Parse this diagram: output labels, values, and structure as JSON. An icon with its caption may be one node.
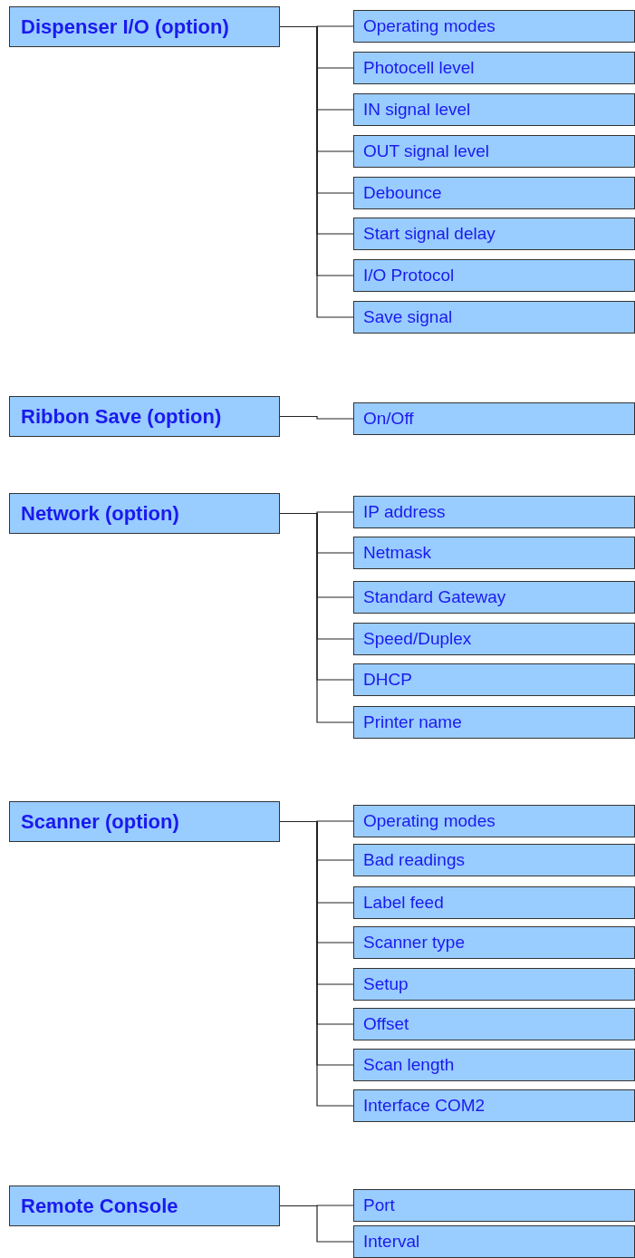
{
  "diagram": {
    "nodes": [
      {
        "text": [
          "Dispenser I/O (option)"
        ]
      },
      {
        "text": [
          "Operating modes"
        ]
      },
      {
        "text": [
          "Photocell level"
        ]
      },
      {
        "text": [
          "IN signal level"
        ]
      },
      {
        "text": [
          "OUT signal level"
        ]
      },
      {
        "text": [
          "Debounce"
        ]
      },
      {
        "text": [
          "Start signal delay"
        ]
      },
      {
        "text": [
          "I/O Protocol"
        ]
      },
      {
        "text": [
          "Save signal"
        ]
      },
      {
        "text": [
          "Ribbon Save (option)"
        ]
      },
      {
        "text": [
          "On/Off"
        ]
      },
      {
        "text": [
          "Network (option)"
        ]
      },
      {
        "text": [
          "IP address"
        ]
      },
      {
        "text": [
          "Netmask"
        ]
      },
      {
        "text": [
          "Standard Gateway"
        ]
      },
      {
        "text": [
          "Speed/Duplex"
        ]
      },
      {
        "text": [
          "DHCP"
        ]
      },
      {
        "text": [
          "Printer name"
        ]
      },
      {
        "text": [
          "Scanner (option)"
        ]
      },
      {
        "text": [
          "Operating modes"
        ]
      },
      {
        "text": [
          "Bad readings"
        ]
      },
      {
        "text": [
          "Label feed"
        ]
      },
      {
        "text": [
          "Scanner type"
        ]
      },
      {
        "text": [
          "Setup"
        ]
      },
      {
        "text": [
          "Offset"
        ]
      },
      {
        "text": [
          "Scan length"
        ]
      },
      {
        "text": [
          "Interface COM2"
        ]
      },
      {
        "text": [
          "Remote Console"
        ]
      },
      {
        "text": [
          "Port"
        ]
      },
      {
        "text": [
          "Interval"
        ]
      }
    ],
    "edges": [
      {
        "from": 0,
        "to": 1,
        "arrow": "none"
      },
      {
        "from": 0,
        "to": 2,
        "arrow": "none"
      },
      {
        "from": 0,
        "to": 3,
        "arrow": "none"
      },
      {
        "from": 0,
        "to": 4,
        "arrow": "none"
      },
      {
        "from": 0,
        "to": 5,
        "arrow": "none"
      },
      {
        "from": 0,
        "to": 6,
        "arrow": "none"
      },
      {
        "from": 0,
        "to": 7,
        "arrow": "none"
      },
      {
        "from": 0,
        "to": 8,
        "arrow": "none"
      },
      {
        "from": 9,
        "to": 10,
        "arrow": "none"
      },
      {
        "from": 11,
        "to": 12,
        "arrow": "none"
      },
      {
        "from": 11,
        "to": 13,
        "arrow": "none"
      },
      {
        "from": 11,
        "to": 14,
        "arrow": "none"
      },
      {
        "from": 11,
        "to": 15,
        "arrow": "none"
      },
      {
        "from": 11,
        "to": 16,
        "arrow": "none"
      },
      {
        "from": 11,
        "to": 17,
        "arrow": "none"
      },
      {
        "from": 18,
        "to": 19,
        "arrow": "none"
      },
      {
        "from": 18,
        "to": 20,
        "arrow": "none"
      },
      {
        "from": 18,
        "to": 21,
        "arrow": "none"
      },
      {
        "from": 18,
        "to": 22,
        "arrow": "none"
      },
      {
        "from": 18,
        "to": 23,
        "arrow": "none"
      },
      {
        "from": 18,
        "to": 24,
        "arrow": "none"
      },
      {
        "from": 18,
        "to": 25,
        "arrow": "none"
      },
      {
        "from": 18,
        "to": 26,
        "arrow": "none"
      },
      {
        "from": 27,
        "to": 28,
        "arrow": "none"
      },
      {
        "from": 27,
        "to": 29,
        "arrow": "none"
      }
    ]
  }
}
